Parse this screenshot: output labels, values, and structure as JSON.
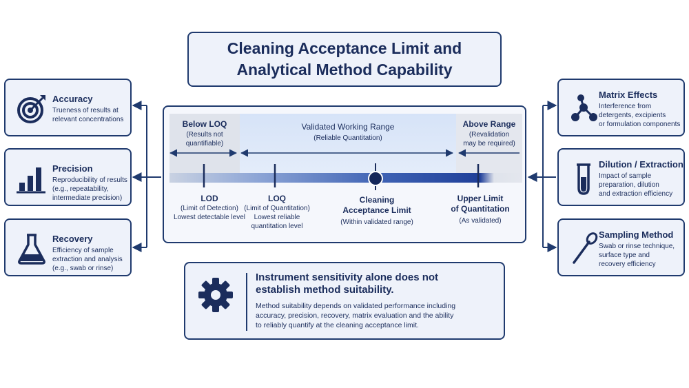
{
  "title": {
    "line1": "Cleaning Acceptance Limit and",
    "line2": "Analytical Method Capability"
  },
  "left_cards": [
    {
      "icon": "target-icon",
      "title": "Accuracy",
      "desc": [
        "Trueness of results at",
        "relevant concentrations"
      ]
    },
    {
      "icon": "bar-chart-icon",
      "title": "Precision",
      "desc": [
        "Reproducibility of results",
        "(e.g., repeatability,",
        "intermediate precision)"
      ]
    },
    {
      "icon": "flask-icon",
      "title": "Recovery",
      "desc": [
        "Efficiency of sample",
        "extraction and analysis",
        "(e.g., swab or rinse)"
      ]
    }
  ],
  "right_cards": [
    {
      "icon": "molecule-icon",
      "title": "Matrix Effects",
      "desc": [
        "Interference from",
        "detergents, excipients",
        "or formulation components"
      ]
    },
    {
      "icon": "test-tube-icon",
      "title": "Dilution / Extraction",
      "desc": [
        "Impact of sample",
        "preparation, dilution",
        "and extraction efficiency"
      ]
    },
    {
      "icon": "swab-icon",
      "title": "Sampling Method",
      "desc": [
        "Swab or rinse technique,",
        "surface type and",
        "recovery efficiency"
      ]
    }
  ],
  "zones": {
    "below": {
      "title": "Below LOQ",
      "sub": [
        "(Results not",
        "quantifiable)"
      ]
    },
    "valid": {
      "title": "Validated Working Range",
      "sub": [
        "(Reliable Quantitation)"
      ]
    },
    "above": {
      "title": "Above Range",
      "sub": [
        "(Revalidation",
        "may be required)"
      ]
    }
  },
  "markers": {
    "lod": {
      "name": "LOD",
      "lines": [
        "(Limit of Detection)",
        "Lowest detectable level"
      ]
    },
    "loq": {
      "name": "LOQ",
      "lines": [
        "(Limit of Quantitation)",
        "Lowest reliable",
        "quantitation level"
      ]
    },
    "cal": {
      "name": [
        "Cleaning",
        "Acceptance Limit"
      ],
      "lines": [
        "(Within validated range)"
      ]
    },
    "uloq": {
      "name": [
        "Upper Limit",
        "of Quantitation"
      ],
      "lines": [
        "(As validated)"
      ]
    }
  },
  "note": {
    "icon": "gear-icon",
    "head": [
      "Instrument sensitivity alone does not",
      "establish method suitability."
    ],
    "body": [
      "Method suitability depends on validated performance including",
      "accuracy, precision, recovery, matrix evaluation and the ability",
      "to reliably quantify at the cleaning acceptance limit."
    ]
  },
  "colors": {
    "navy": "#1f3a6e",
    "accent": "#1f3f99",
    "panel": "#eef2fa"
  }
}
